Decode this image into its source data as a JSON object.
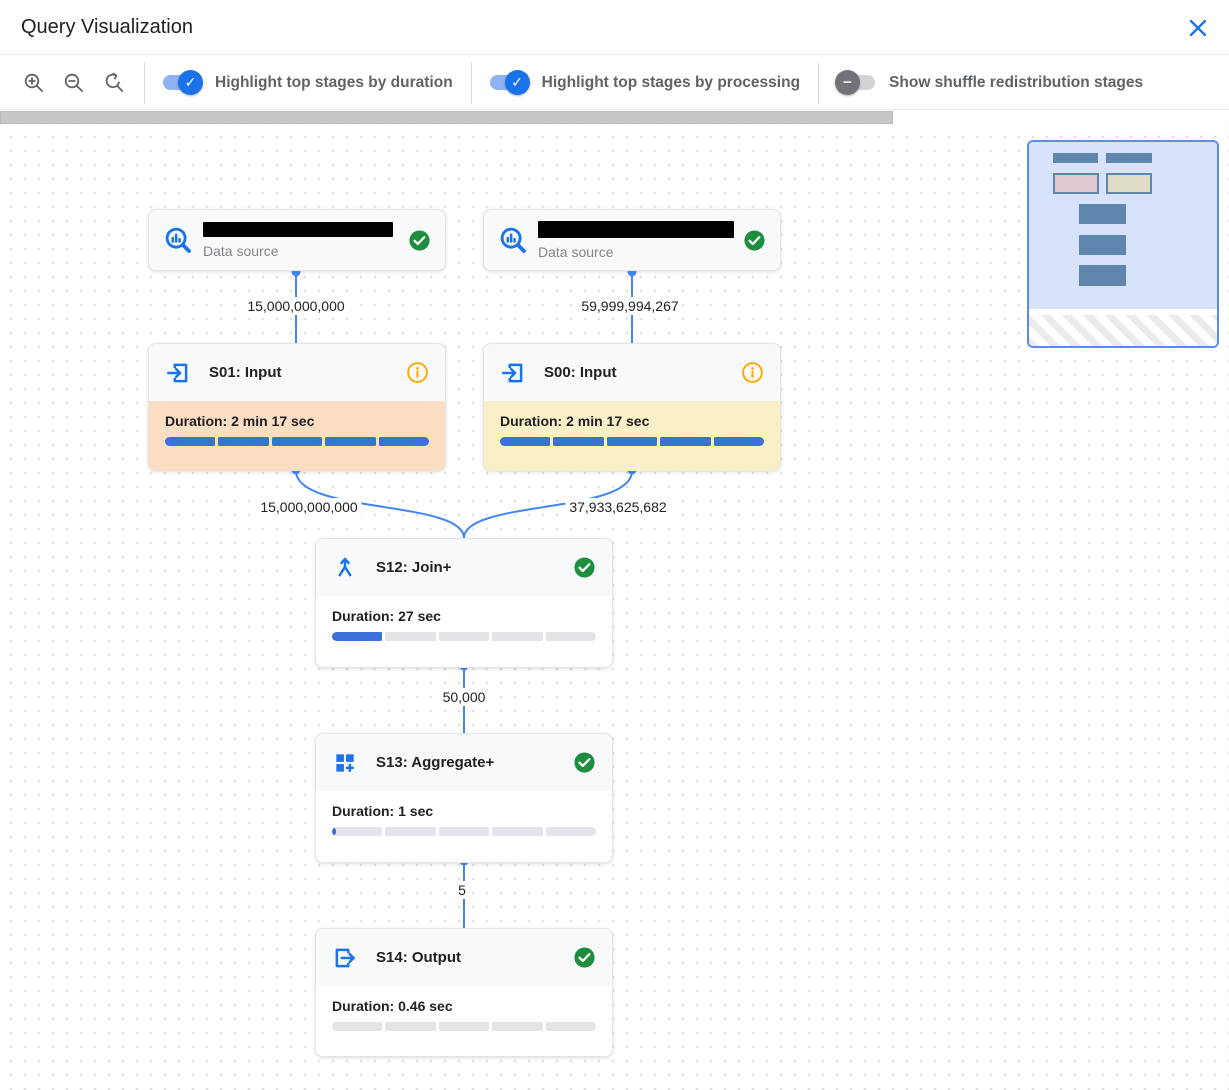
{
  "window": {
    "title": "Query Visualization"
  },
  "toolbar": {
    "zoom_controls": {
      "zoom_in": "magnifier-plus-icon",
      "zoom_out": "magnifier-minus-icon",
      "zoom_reset": "magnifier-reset-icon"
    },
    "toggles": {
      "duration": {
        "label": "Highlight top stages by duration",
        "state": "on"
      },
      "processing": {
        "label": "Highlight top stages by processing",
        "state": "on"
      },
      "shuffle": {
        "label": "Show shuffle redistribution stages",
        "state": "off"
      }
    }
  },
  "colors": {
    "accent_blue": "#1a73e8",
    "edge_blue": "#4285f4",
    "progress_bar_blue": "#3d6fd8",
    "success_green": "#1e8e3e",
    "info_orange": "#f9ab00",
    "duration_highlight": "#fbddc4",
    "processing_highlight": "#faf0c8"
  },
  "graph": {
    "nodes": {
      "ds1": {
        "label": "Data source",
        "name_redacted": true,
        "status": "completed"
      },
      "ds2": {
        "label": "Data source",
        "name_redacted": true,
        "status": "completed"
      },
      "s01": {
        "title": "S01: Input",
        "duration": "Duration: 2 min 17 sec",
        "progress": 1,
        "status": "info",
        "highlight": "duration"
      },
      "s00": {
        "title": "S00: Input",
        "duration": "Duration: 2 min 17 sec",
        "progress": 1,
        "status": "info",
        "highlight": "processing"
      },
      "s12": {
        "title": "S12: Join+",
        "duration": "Duration: 27 sec",
        "progress": 0.2,
        "status": "completed"
      },
      "s13": {
        "title": "S13: Aggregate+",
        "duration": "Duration: 1 sec",
        "progress": 0.015,
        "status": "completed"
      },
      "s14": {
        "title": "S14: Output",
        "duration": "Duration: 0.46 sec",
        "progress": 0,
        "status": "completed"
      }
    },
    "edges": {
      "ds1_s01": {
        "label": "15,000,000,000"
      },
      "ds2_s00": {
        "label": "59,999,994,267"
      },
      "s01_s12": {
        "label": "15,000,000,000"
      },
      "s00_s12": {
        "label": "37,933,625,682"
      },
      "s12_s13": {
        "label": "50,000"
      },
      "s13_s14": {
        "label": "5"
      }
    }
  }
}
